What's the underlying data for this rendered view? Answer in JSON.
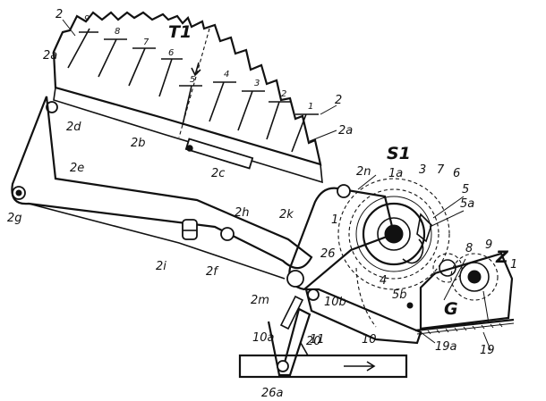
{
  "labels": {
    "T1": "T1",
    "S1": "S1",
    "Z1_main": "Z",
    "Z1_sub": "1",
    "G": "G",
    "l2_top": "2",
    "l2_right": "2",
    "l2a_left": "2a",
    "l2a_right": "2a",
    "l2b": "2b",
    "l2c": "2c",
    "l2d": "2d",
    "l2e": "2e",
    "l2f": "2f",
    "l2g": "2g",
    "l2h": "2h",
    "l2i": "2i",
    "l2k": "2k",
    "l2m": "2m",
    "l2n": "2n",
    "l1": "1",
    "l1a": "1a",
    "l3": "3",
    "l4": "4",
    "l5": "5",
    "l5a": "5a",
    "l5b": "5b",
    "l6": "6",
    "l7": "7",
    "l8": "8",
    "l9": "9",
    "l10": "10",
    "l10a": "10a",
    "l10b": "10b",
    "l11": "11",
    "l19": "19",
    "l19a": "19a",
    "l20": "20",
    "l26": "26",
    "l26a": "26a"
  },
  "key_numbers": [
    "9",
    "8",
    "7",
    "6",
    "5",
    "4",
    "3",
    "2",
    "1"
  ]
}
